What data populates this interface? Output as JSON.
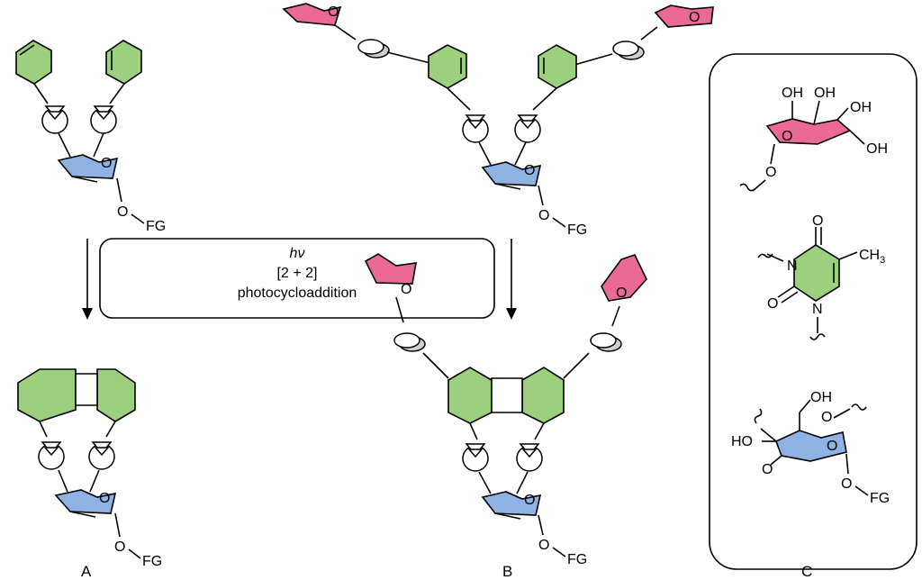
{
  "reaction": {
    "conditions_line1": "hν",
    "conditions_line2": "[2 + 2]",
    "conditions_line3": "photocycloaddition"
  },
  "labels": {
    "panel_a": "A",
    "panel_b": "B",
    "panel_c": "C"
  },
  "atoms": {
    "functional_group": "FG",
    "oxygen": "O",
    "hydroxyl": "OH",
    "hydroxyl_left": "HO",
    "nitrogen": "N",
    "methyl": "CH",
    "methyl_sub": "3"
  },
  "colors": {
    "cyclohexene_green": "#9ccf7e",
    "sugar_pink": "#ea6a95",
    "sugar_blue": "#8eb3e3"
  }
}
